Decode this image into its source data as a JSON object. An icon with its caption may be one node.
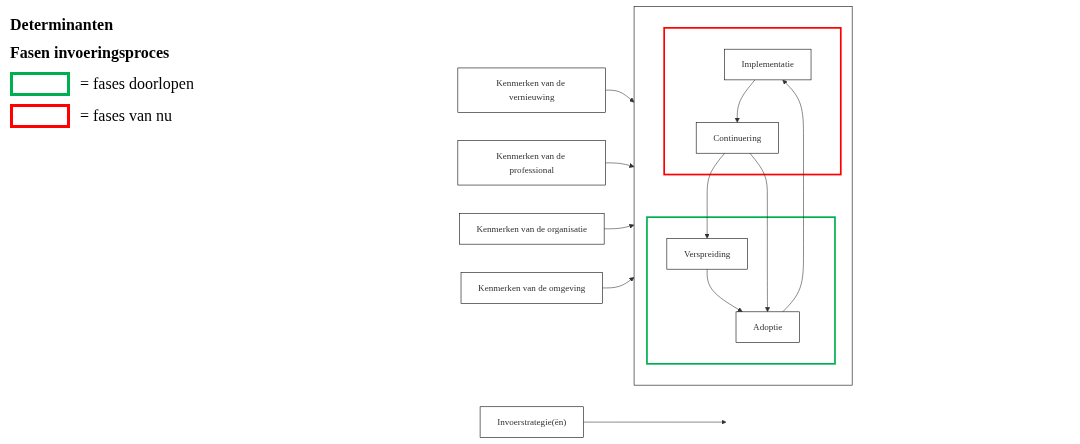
{
  "diagram": {
    "nodes": [
      {
        "text": [
          "Kenmerken van de vernieuwing"
        ]
      },
      {
        "text": [
          "Kenmerken van de professional"
        ]
      },
      {
        "text": [
          "Kenmerken van de organisatie"
        ]
      },
      {
        "text": [
          "Kenmerken van de omgeving"
        ]
      },
      {
        "text": [
          "Invoerstrategie(ën)"
        ]
      },
      {
        "text": [],
        "shape": "box"
      },
      {
        "text": [],
        "shape": "box",
        "in": 5
      },
      {
        "text": [
          "Verspreiding"
        ],
        "in": 6
      },
      {
        "text": [
          "Adoptie"
        ],
        "in": 6
      },
      {
        "text": [],
        "shape": "box",
        "in": 5
      },
      {
        "text": [
          "Implementatie"
        ],
        "in": 9
      },
      {
        "text": [
          "Continuering"
        ],
        "in": 9
      }
    ],
    "edges": [
      {
        "from": 0,
        "to": 5,
        "arrow": "to"
      },
      {
        "from": 1,
        "to": 5,
        "arrow": "to"
      },
      {
        "from": 2,
        "to": 5,
        "arrow": "to"
      },
      {
        "from": 3,
        "to": 5,
        "arrow": "to"
      },
      {
        "from": 4,
        "to": null,
        "arrow": "to"
      },
      {
        "from": 7,
        "to": 8,
        "arrow": "to"
      },
      {
        "from": 8,
        "to": 10,
        "arrow": "to"
      },
      {
        "from": 10,
        "to": 11,
        "arrow": "to"
      },
      {
        "from": 11,
        "to": 8,
        "arrow": "to"
      },
      {
        "from": 11,
        "to": 7,
        "arrow": "to"
      }
    ],
    "labels": [
      "Determinanten",
      "Fasen invoeringsproces"
    ],
    "legend": [
      {
        "text": "= fases doorlopen",
        "color": "#00b050"
      },
      {
        "text": "= fases van nu",
        "color": "#ff0000"
      }
    ]
  }
}
